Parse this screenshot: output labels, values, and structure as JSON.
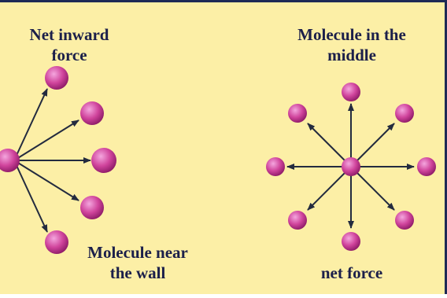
{
  "diagram": {
    "colors": {
      "background": "#fcefa6",
      "border": "#1e2a55",
      "molecule_light": "#f4a6de",
      "molecule_mid": "#d0449c",
      "molecule_dark": "#8c1a66",
      "arrow": "#232b3f",
      "text": "#1b1f4a"
    },
    "left_panel": {
      "label_top": [
        "Net inward",
        "force"
      ],
      "label_bottom": [
        "Molecule near",
        "the wall"
      ]
    },
    "right_panel": {
      "label_top": [
        "Molecule in the",
        "middle"
      ],
      "label_bottom": "net force"
    }
  }
}
